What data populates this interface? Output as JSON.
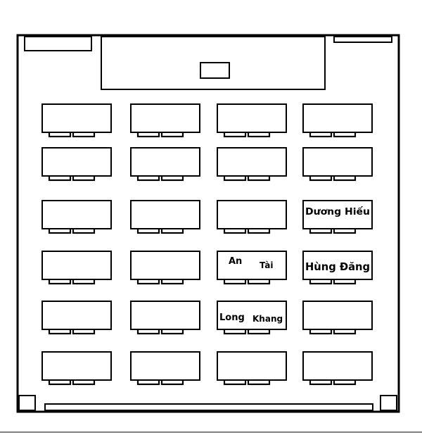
{
  "classroom": {
    "rows": 6,
    "columns": 4,
    "seats_per_desk": 2,
    "names": [
      {
        "row": 3,
        "column": 4,
        "left": "Dương Hiếu",
        "right": ""
      },
      {
        "row": 4,
        "column": 3,
        "left": "An",
        "right": "Tài"
      },
      {
        "row": 4,
        "column": 4,
        "left": "Hùng Đăng",
        "right": ""
      },
      {
        "row": 5,
        "column": 3,
        "left": "Long",
        "right": "Khang"
      }
    ]
  }
}
